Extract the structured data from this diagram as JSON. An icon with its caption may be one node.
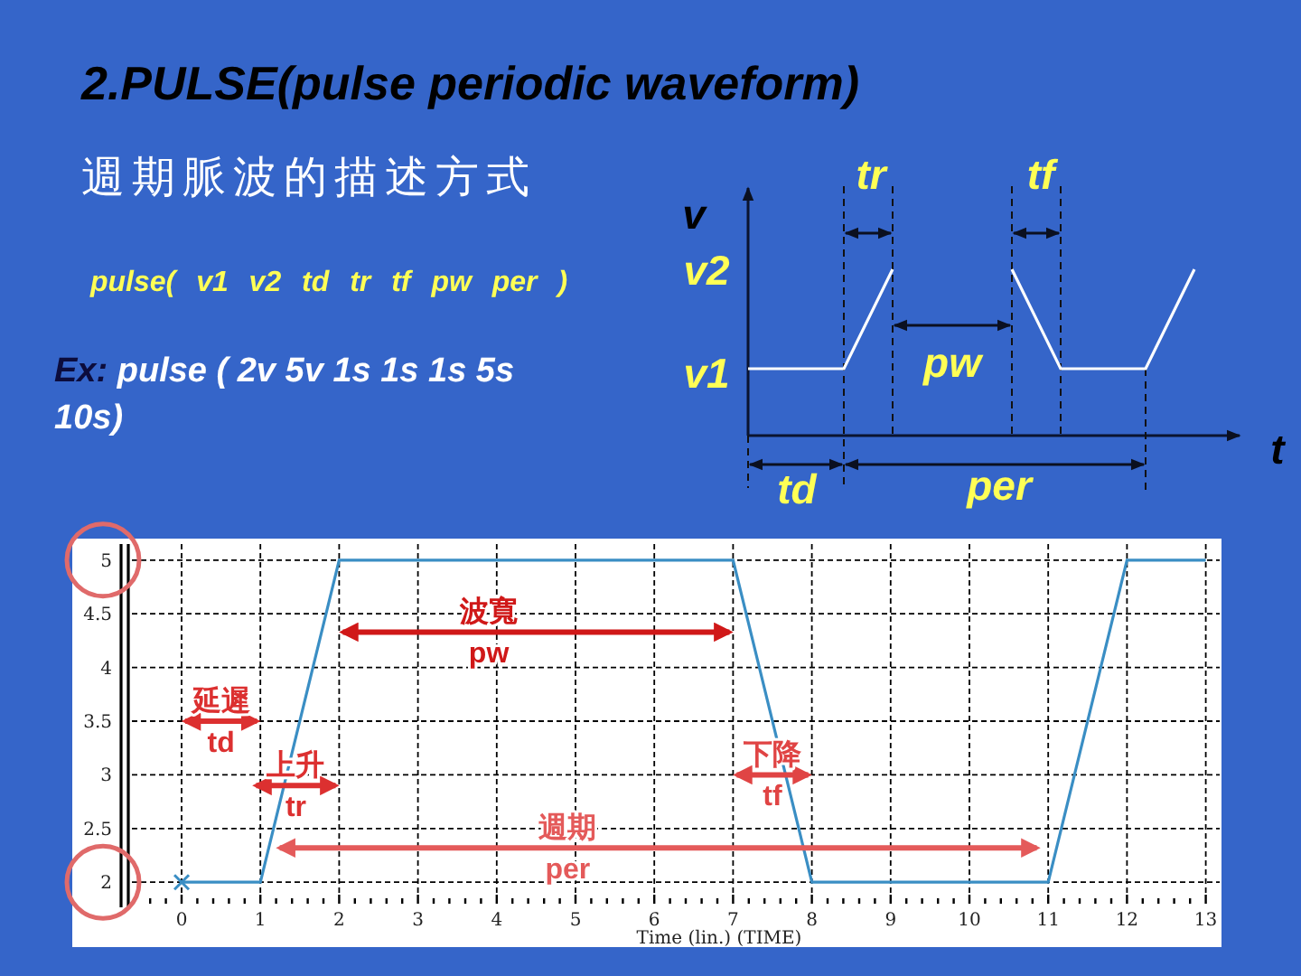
{
  "diagram": {
    "title": "2.PULSE(pulse periodic waveform)",
    "labels": [
      "週期脈波的描述方式",
      "pulse( v1 v2 td tr tf pw per )",
      "Ex: pulse ( 2v 5v 1s 1s 1s 5s 10s)",
      "tr",
      "tf",
      "v",
      "v2",
      "pw",
      "v1",
      "t",
      "per",
      "td"
    ],
    "chart_data": {
      "type": "line",
      "xlabel": "Time (lin.) (TIME)",
      "x": [
        0,
        1,
        2,
        7,
        8,
        11,
        12,
        13
      ],
      "series": [
        {
          "color": "#3a8ec4",
          "values": [
            2,
            2,
            5,
            5,
            2,
            2,
            5,
            5
          ]
        }
      ],
      "xlim": [
        -0.7,
        13.2
      ],
      "ylim": [
        1.8,
        5.15
      ],
      "grid": true,
      "xticks": [
        0,
        1,
        2,
        3,
        4,
        5,
        6,
        7,
        8,
        9,
        10,
        11,
        12,
        13
      ],
      "yticks": [
        2,
        2.5,
        3,
        3.5,
        4,
        4.5,
        5
      ],
      "annotations": [
        "波寬",
        "pw",
        "延遲",
        "td",
        "上升",
        "tr",
        "下降",
        "tf",
        "週期",
        "per"
      ]
    }
  }
}
